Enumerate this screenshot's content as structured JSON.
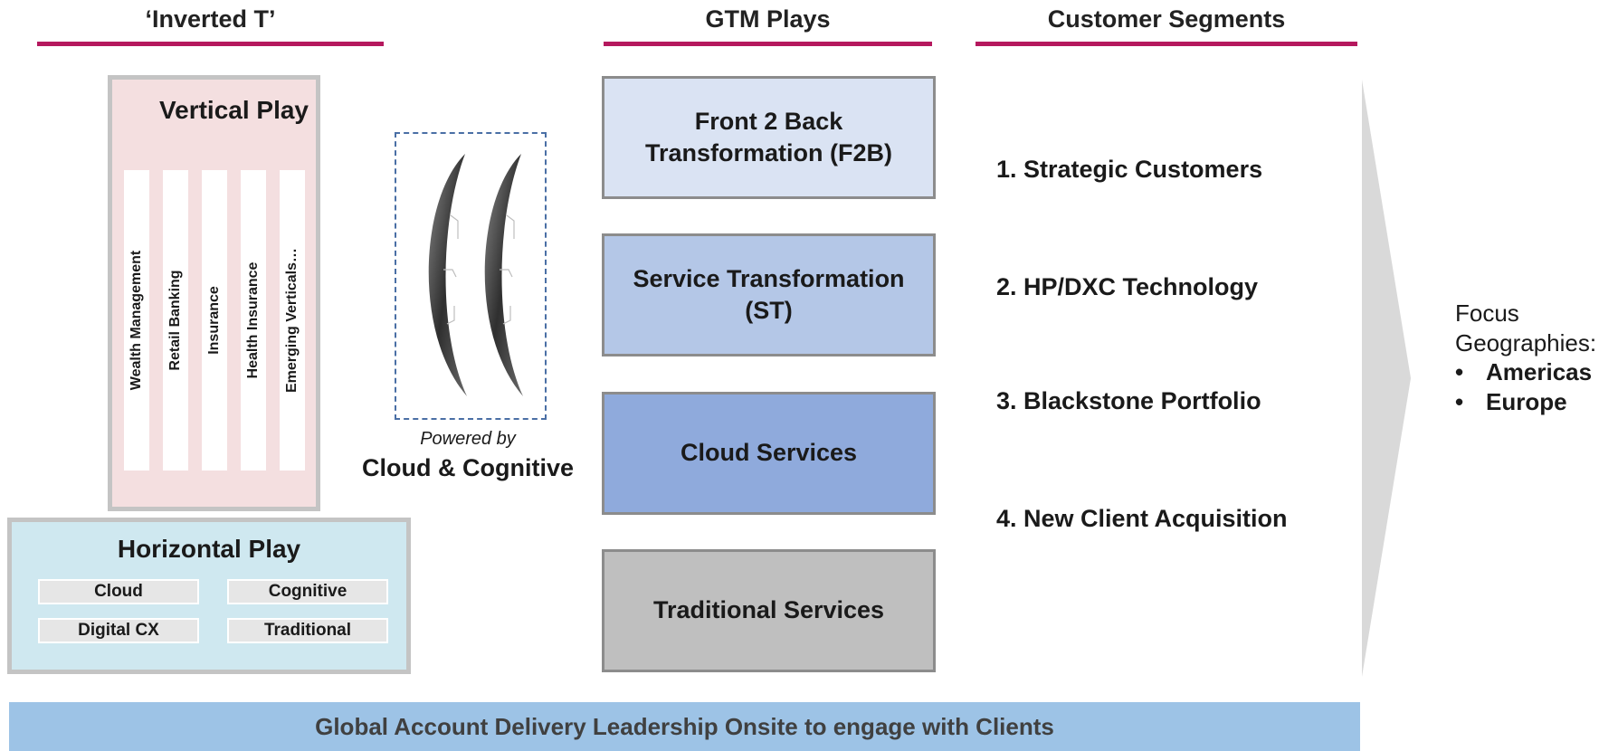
{
  "headers": {
    "inverted_t": "‘Inverted T’",
    "gtm_plays": "GTM Plays",
    "customer_segments": "Customer Segments"
  },
  "vertical_play": {
    "title": "Vertical Play",
    "items": [
      "Wealth Management",
      "Retail Banking",
      "Insurance",
      "Health Insurance",
      "Emerging Verticals…"
    ]
  },
  "horizontal_play": {
    "title": "Horizontal Play",
    "items": [
      "Cloud",
      "Cognitive",
      "Digital CX",
      "Traditional"
    ]
  },
  "powered": {
    "by": "Powered by",
    "name": "Cloud & Cognitive"
  },
  "gtm_plays": [
    {
      "label": "Front 2 Back\nTransformation (F2B)",
      "color": "#dae3f3"
    },
    {
      "label": "Service Transformation\n(ST)",
      "color": "#b4c7e7"
    },
    {
      "label": "Cloud Services",
      "color": "#8faadc"
    },
    {
      "label": "Traditional Services",
      "color": "#bfbfbf"
    }
  ],
  "segments": [
    "1. Strategic Customers",
    "2. HP/DXC Technology",
    "3. Blackstone Portfolio",
    "4. New Client Acquisition"
  ],
  "focus": {
    "title": "Focus Geographies:",
    "items": [
      "Americas",
      "Europe"
    ]
  },
  "footer": "Global Account Delivery Leadership Onsite to engage with Clients",
  "colors": {
    "accent_rule": "#b5185e",
    "vertical_bg": "#f4dfe0",
    "horizontal_bg": "#cfe8f0",
    "footer_bg": "#9dc3e6"
  }
}
